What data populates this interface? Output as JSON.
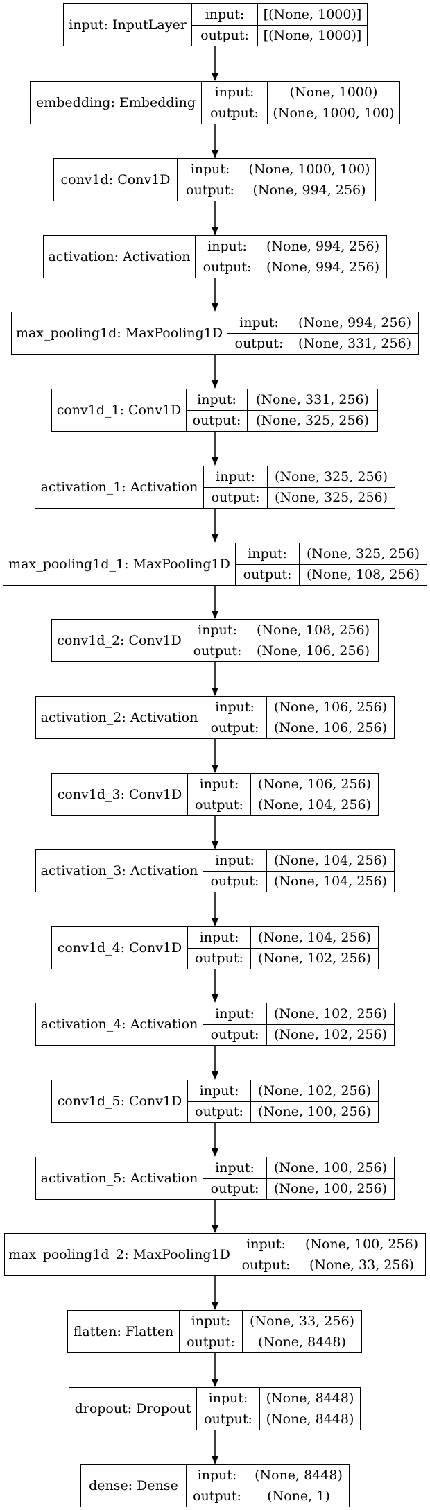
{
  "diagram": {
    "layers": [
      {
        "name": "input: InputLayer",
        "input_label": "input:",
        "input": "[(None, 1000)]",
        "output_label": "output:",
        "output": "[(None, 1000)]"
      },
      {
        "name": "embedding: Embedding",
        "input_label": "input:",
        "input": "(None, 1000)",
        "output_label": "output:",
        "output": "(None, 1000, 100)"
      },
      {
        "name": "conv1d: Conv1D",
        "input_label": "input:",
        "input": "(None, 1000, 100)",
        "output_label": "output:",
        "output": "(None, 994, 256)"
      },
      {
        "name": "activation: Activation",
        "input_label": "input:",
        "input": "(None, 994, 256)",
        "output_label": "output:",
        "output": "(None, 994, 256)"
      },
      {
        "name": "max_pooling1d: MaxPooling1D",
        "input_label": "input:",
        "input": "(None, 994, 256)",
        "output_label": "output:",
        "output": "(None, 331, 256)"
      },
      {
        "name": "conv1d_1: Conv1D",
        "input_label": "input:",
        "input": "(None, 331, 256)",
        "output_label": "output:",
        "output": "(None, 325, 256)"
      },
      {
        "name": "activation_1: Activation",
        "input_label": "input:",
        "input": "(None, 325, 256)",
        "output_label": "output:",
        "output": "(None, 325, 256)"
      },
      {
        "name": "max_pooling1d_1: MaxPooling1D",
        "input_label": "input:",
        "input": "(None, 325, 256)",
        "output_label": "output:",
        "output": "(None, 108, 256)"
      },
      {
        "name": "conv1d_2: Conv1D",
        "input_label": "input:",
        "input": "(None, 108, 256)",
        "output_label": "output:",
        "output": "(None, 106, 256)"
      },
      {
        "name": "activation_2: Activation",
        "input_label": "input:",
        "input": "(None, 106, 256)",
        "output_label": "output:",
        "output": "(None, 106, 256)"
      },
      {
        "name": "conv1d_3: Conv1D",
        "input_label": "input:",
        "input": "(None, 106, 256)",
        "output_label": "output:",
        "output": "(None, 104, 256)"
      },
      {
        "name": "activation_3: Activation",
        "input_label": "input:",
        "input": "(None, 104, 256)",
        "output_label": "output:",
        "output": "(None, 104, 256)"
      },
      {
        "name": "conv1d_4: Conv1D",
        "input_label": "input:",
        "input": "(None, 104, 256)",
        "output_label": "output:",
        "output": "(None, 102, 256)"
      },
      {
        "name": "activation_4: Activation",
        "input_label": "input:",
        "input": "(None, 102, 256)",
        "output_label": "output:",
        "output": "(None, 102, 256)"
      },
      {
        "name": "conv1d_5: Conv1D",
        "input_label": "input:",
        "input": "(None, 102, 256)",
        "output_label": "output:",
        "output": "(None, 100, 256)"
      },
      {
        "name": "activation_5: Activation",
        "input_label": "input:",
        "input": "(None, 100, 256)",
        "output_label": "output:",
        "output": "(None, 100, 256)"
      },
      {
        "name": "max_pooling1d_2: MaxPooling1D",
        "input_label": "input:",
        "input": "(None, 100, 256)",
        "output_label": "output:",
        "output": "(None, 33, 256)"
      },
      {
        "name": "flatten: Flatten",
        "input_label": "input:",
        "input": "(None, 33, 256)",
        "output_label": "output:",
        "output": "(None, 8448)"
      },
      {
        "name": "dropout: Dropout",
        "input_label": "input:",
        "input": "(None, 8448)",
        "output_label": "output:",
        "output": "(None, 8448)"
      },
      {
        "name": "dense: Dense",
        "input_label": "input:",
        "input": "(None, 8448)",
        "output_label": "output:",
        "output": "(None, 1)"
      }
    ]
  }
}
